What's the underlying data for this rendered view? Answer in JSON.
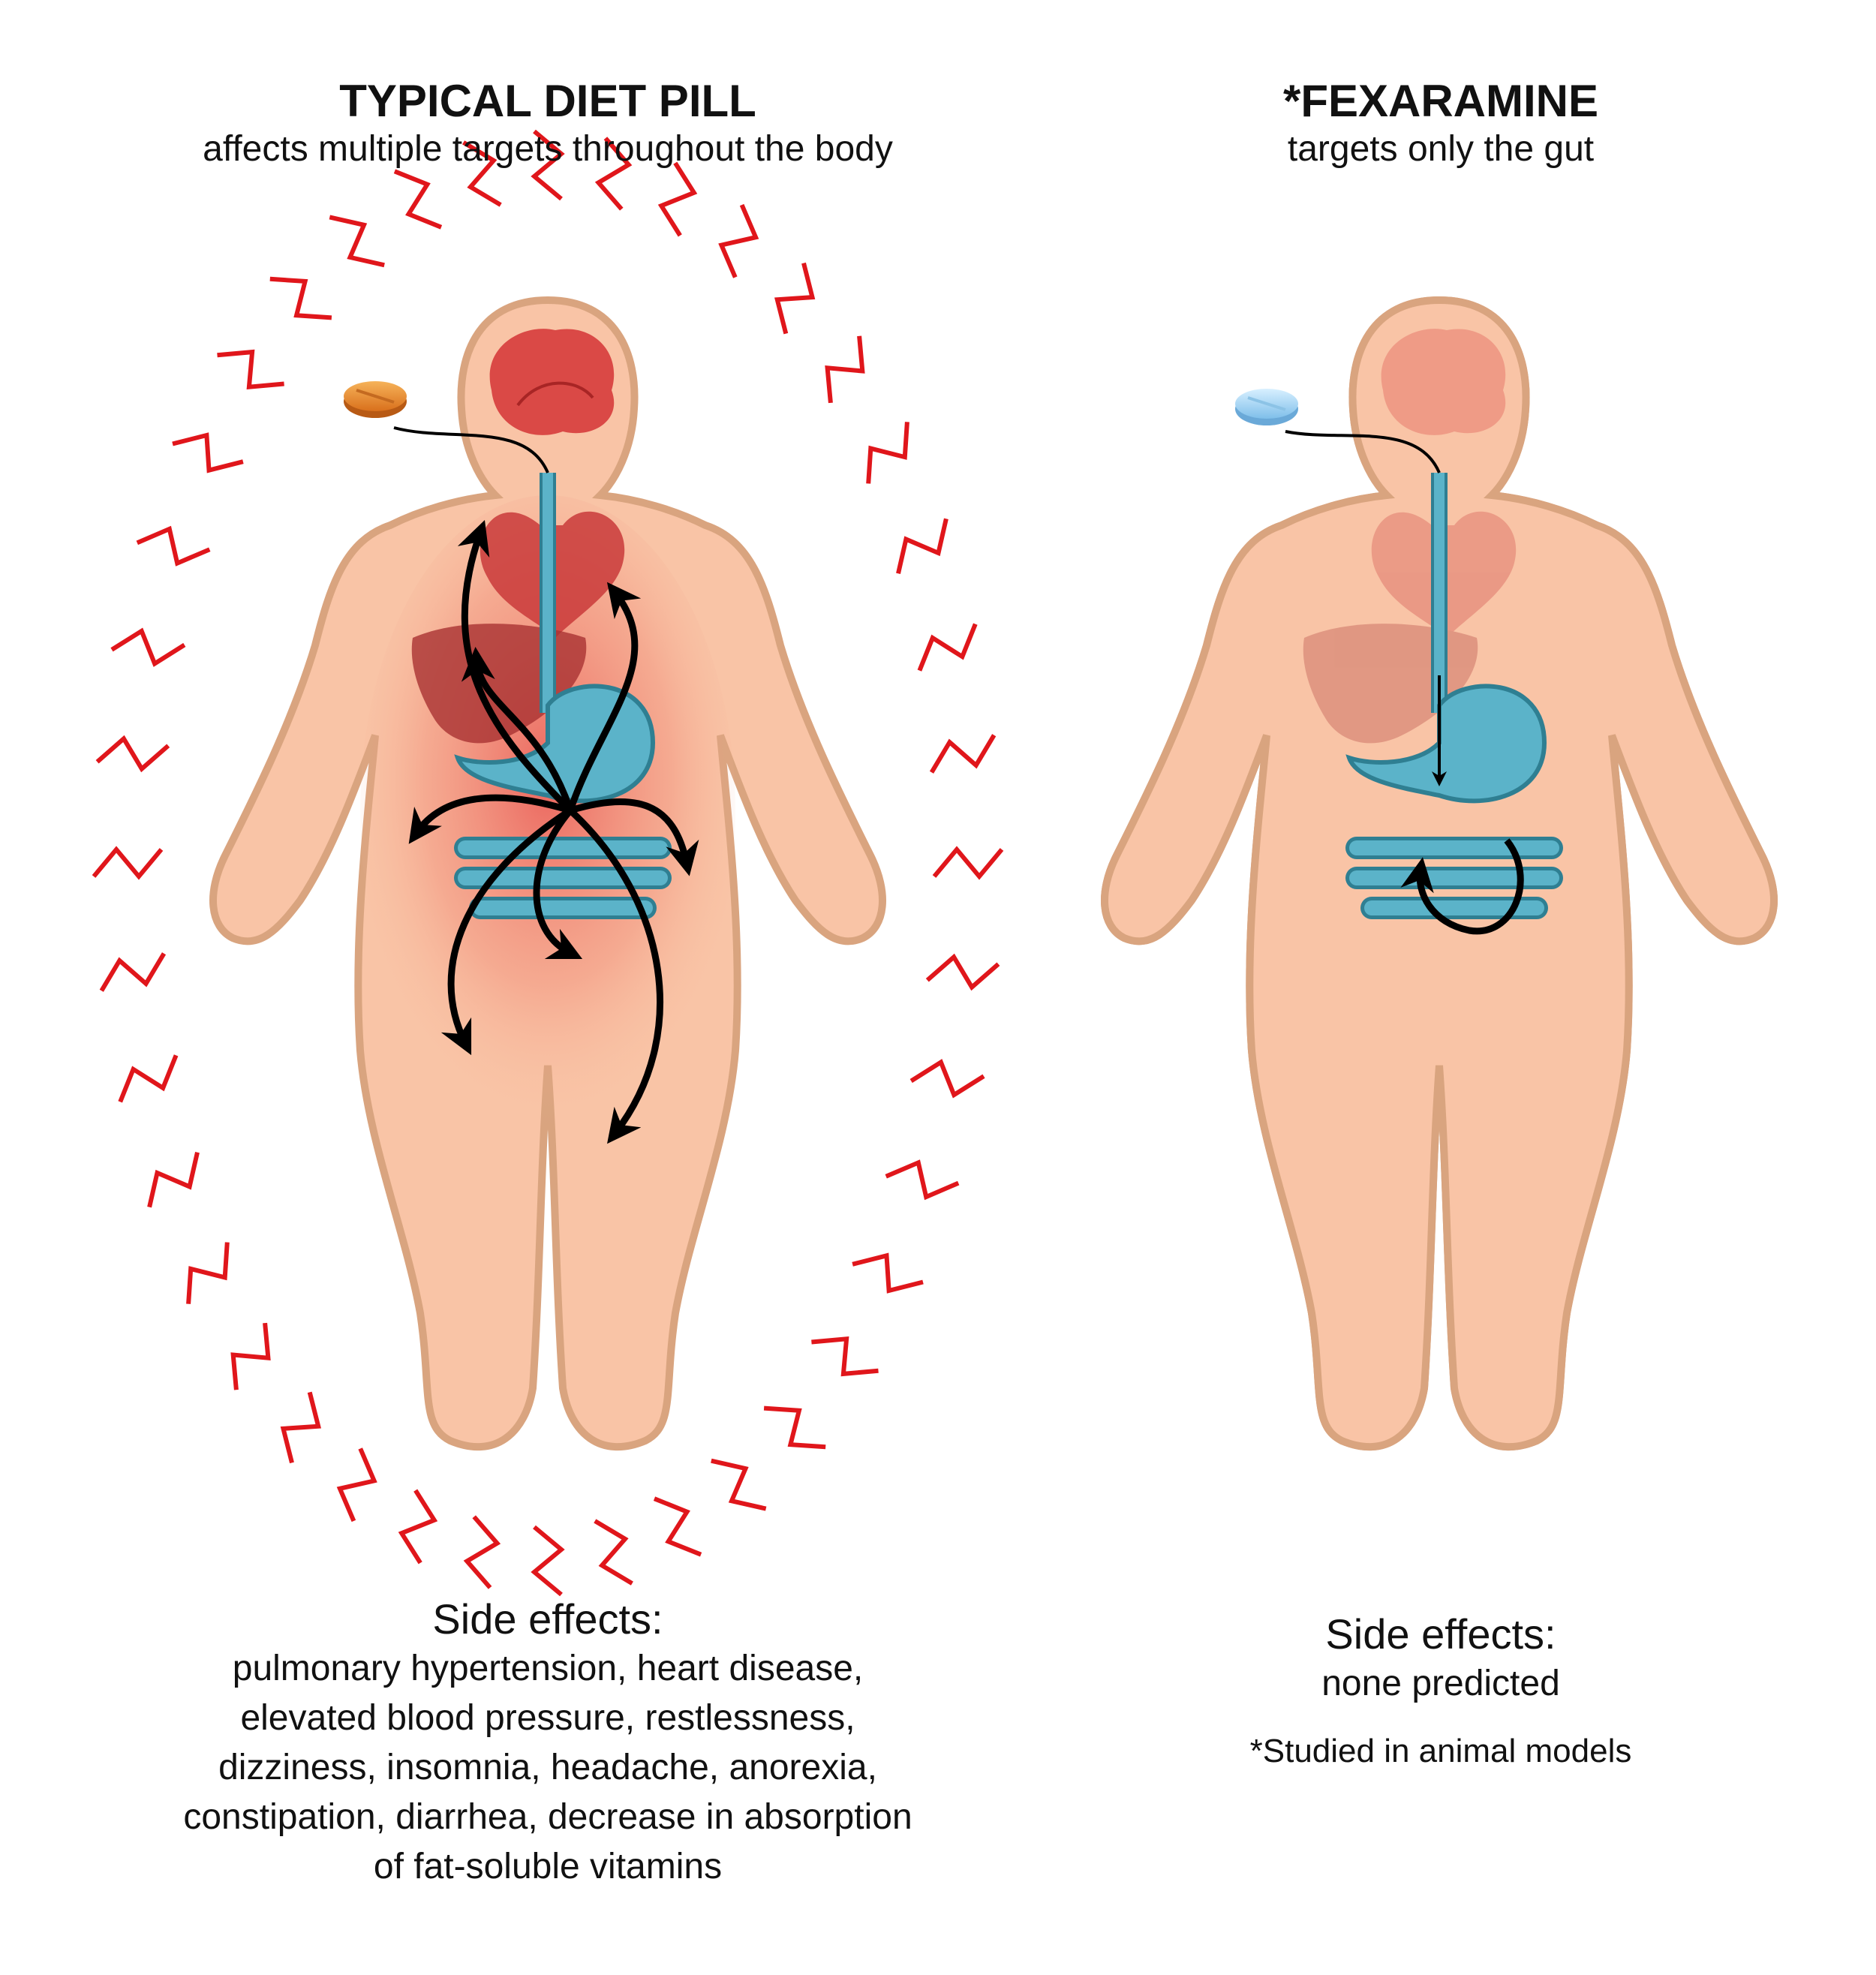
{
  "left_panel": {
    "title": "TYPICAL DIET PILL",
    "subtitle": "affects multiple targets throughout the body",
    "side_effects_heading": "Side effects:",
    "side_effects_lines": [
      "pulmonary hypertension, heart disease,",
      "elevated blood pressure, restlessness,",
      "dizziness, insomnia, headache, anorexia,",
      "constipation, diarrhea, decrease in absorption",
      "of fat-soluble vitamins"
    ],
    "pill_color": "#e8892f"
  },
  "right_panel": {
    "title": "*FEXARAMINE",
    "subtitle": "targets only the gut",
    "side_effects_heading": "Side effects:",
    "side_effects_text": "none predicted",
    "footnote": "*Studied in animal models",
    "pill_color": "#a9d8f5"
  },
  "colors": {
    "skin": "#f9c4a6",
    "skin_outline": "#d9a47f",
    "organ_red": "#d63c3c",
    "gut_blue": "#5bb3c9",
    "zigzag_red": "#e0161b",
    "arrow_black": "#000000"
  }
}
